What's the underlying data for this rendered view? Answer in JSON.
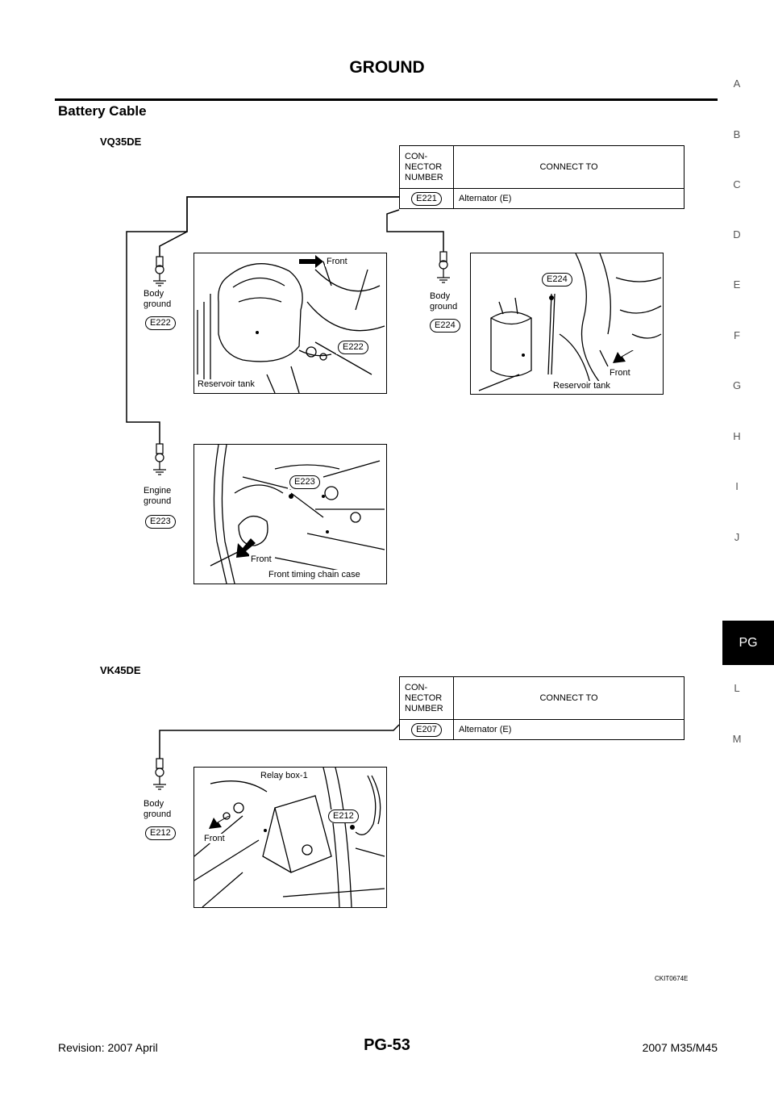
{
  "header": {
    "title": "GROUND",
    "section": "Battery Cable"
  },
  "side_index": {
    "letters": [
      "A",
      "B",
      "C",
      "D",
      "E",
      "F",
      "G",
      "H",
      "I",
      "J",
      "L",
      "M"
    ],
    "active": "PG"
  },
  "variant1": {
    "name": "VQ35DE",
    "table": {
      "col1_header": "CON-\nNECTOR\nNUMBER",
      "col2_header": "CONNECT TO",
      "rows": [
        {
          "connector": "E221",
          "connect_to": "Alternator (E)"
        }
      ]
    },
    "grounds": [
      {
        "label": "Body\nground",
        "connector": "E222"
      },
      {
        "label": "Body\nground",
        "connector": "E224"
      },
      {
        "label": "Engine\nground",
        "connector": "E223"
      }
    ],
    "photos": [
      {
        "labels": [
          "Front",
          "E222",
          "Reservoir tank"
        ]
      },
      {
        "labels": [
          "E224",
          "Front",
          "Reservoir tank"
        ]
      },
      {
        "labels": [
          "E223",
          "Front",
          "Front timing chain case"
        ]
      }
    ]
  },
  "variant2": {
    "name": "VK45DE",
    "table": {
      "col1_header": "CON-\nNECTOR\nNUMBER",
      "col2_header": "CONNECT TO",
      "rows": [
        {
          "connector": "E207",
          "connect_to": "Alternator (E)"
        }
      ]
    },
    "grounds": [
      {
        "label": "Body\nground",
        "connector": "E212"
      }
    ],
    "photos": [
      {
        "labels": [
          "Relay box-1",
          "E212",
          "Front"
        ]
      }
    ]
  },
  "figure_code": "CKIT0674E",
  "footer": {
    "left": "Revision: 2007 April",
    "center": "PG-53",
    "right": "2007 M35/M45"
  }
}
